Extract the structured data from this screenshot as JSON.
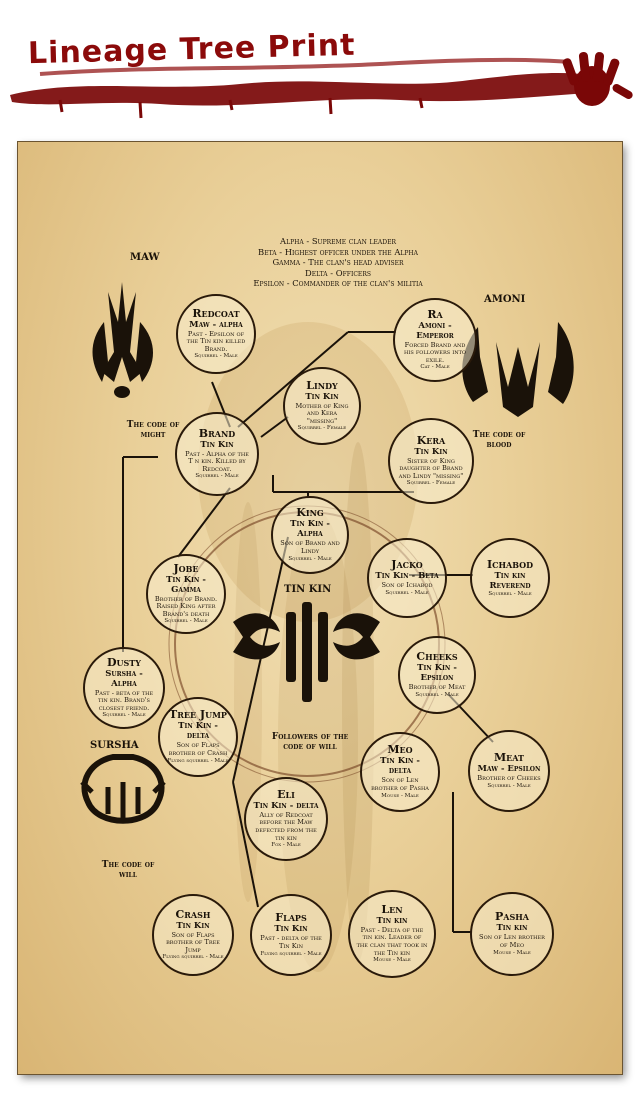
{
  "header": {
    "title": "Lineage Tree Print"
  },
  "legend": [
    "Alpha - Supreme clan leader",
    "Beta - Highest officer under the Alpha",
    "Gamma - The clan's head adviser",
    "Delta - Officers",
    "Epsilon - Commander of the clan's militia"
  ],
  "factions": {
    "maw": {
      "name": "MAW",
      "code": "The code of might"
    },
    "amoni": {
      "name": "AMONI",
      "code": "The code of blood"
    },
    "tin_kin": {
      "name": "TIN KIN",
      "code": "Followers of the code of will"
    },
    "sursha": {
      "name": "SURSHA",
      "code": "The code of will"
    }
  },
  "nodes": {
    "redcoat": {
      "name": "Redcoat",
      "role": "Maw - alpha",
      "desc": "Past - Epsilon of the Tin kin killed Brand.",
      "species": "Squirrel - Male"
    },
    "ra": {
      "name": "Ra",
      "role": "Amoni - Emperor",
      "desc": "Forced Brand and his followers into exile.",
      "species": "Cat - Male"
    },
    "lindy": {
      "name": "Lindy",
      "role": "Tin Kin",
      "desc": "Mother of King and Kera \"missing\"",
      "species": "Squirrel - Female"
    },
    "brand": {
      "name": "Brand",
      "role": "Tin Kin",
      "desc": "Past - Alpha of the T n kin. Killed by Redcoat.",
      "species": "Squirrel - Male"
    },
    "kera": {
      "name": "Kera",
      "role": "Tin Kin",
      "desc": "Sister of King daughter of Brand and Lindy \"missing\"",
      "species": "Squirrel - Female"
    },
    "king": {
      "name": "King",
      "role": "Tin Kin - Alpha",
      "desc": "Son of Brand and Lindy",
      "species": "Squirrel - Male"
    },
    "jobe": {
      "name": "Jobe",
      "role": "Tin Kin - Gamma",
      "desc": "Brother of Brand. Raised King after Brand's death",
      "species": "Squirrel - Male"
    },
    "jacko": {
      "name": "Jacko",
      "role": "Tin Kin - Beta",
      "desc": "Son of Ichabod",
      "species": "Squirrel - Male"
    },
    "ichabod": {
      "name": "Ichabod",
      "role": "Tin kin Reverend",
      "desc": "",
      "species": "Squirrel - Male"
    },
    "dusty": {
      "name": "Dusty",
      "role": "Sursha - Alpha",
      "desc": "Past - beta of the tin kin. Brand's closest friend.",
      "species": "Squirrel - Male"
    },
    "cheeks": {
      "name": "Cheeks",
      "role": "Tin Kin - Epsilon",
      "desc": "Brother of Meat",
      "species": "Squirrel - Male"
    },
    "treejump": {
      "name": "Tree Jump",
      "role": "Tin Kin - delta",
      "desc": "Son of Flaps brother of Crash",
      "species": "Flying squirrel - Male"
    },
    "meo": {
      "name": "Meo",
      "role": "Tin Kin - delta",
      "desc": "Son of Len brother of Pasha",
      "species": "Mouse - Male"
    },
    "meat": {
      "name": "Meat",
      "role": "Maw - Epsilon",
      "desc": "Brother of Cheeks",
      "species": "Squirrel - Male"
    },
    "eli": {
      "name": "Eli",
      "role": "Tin Kin - delta",
      "desc": "Ally of Redcoat before the Maw defected from the tin kin",
      "species": "Fox - Male"
    },
    "crash": {
      "name": "Crash",
      "role": "Tin Kin",
      "desc": "Son of Flaps brother of Tree Jump",
      "species": "Flying squirrel - Male"
    },
    "flaps": {
      "name": "Flaps",
      "role": "Tin Kin",
      "desc": "Past - delta of the Tin Kin",
      "species": "Flying squirrel - Male"
    },
    "len": {
      "name": "Len",
      "role": "Tin kin",
      "desc": "Past - Delta of the tin kin. Leader of the clan that took in the Tin kin",
      "species": "Mouse - Male"
    },
    "pasha": {
      "name": "Pasha",
      "role": "Tin kin",
      "desc": "Son of Len brother of Meo",
      "species": "Mouse - Male"
    }
  },
  "colors": {
    "ink": "#1a1209",
    "blood": "#8b0a0a",
    "parchment": "#ecd6a2"
  },
  "icons": [
    "maw-sigil-icon",
    "amoni-sigil-icon",
    "tin-kin-sigil-icon",
    "sursha-sigil-icon",
    "blood-smear-icon",
    "handprint-icon"
  ]
}
